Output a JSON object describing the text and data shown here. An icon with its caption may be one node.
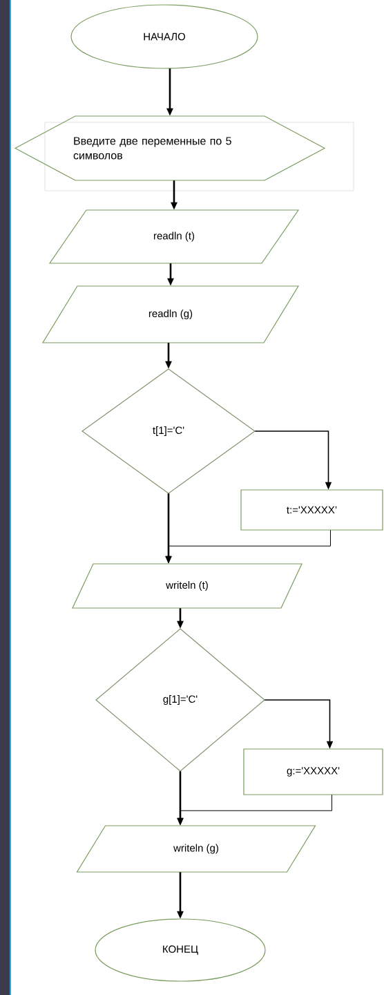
{
  "diagram": {
    "nodes": [
      {
        "text": [
          "НАЧАЛО"
        ]
      },
      {
        "text": [
          "Введите две переменные по 5 символов"
        ]
      },
      {
        "text": [
          "readln (t)"
        ]
      },
      {
        "text": [
          "readln (g)"
        ]
      },
      {
        "text": [
          "t[1]='C'"
        ]
      },
      {
        "text": [
          "t:='XXXXX’"
        ]
      },
      {
        "text": [
          "writeln (t)"
        ]
      },
      {
        "text": [
          "g[1]='C'"
        ]
      },
      {
        "text": [
          "g:='XXXXX'"
        ]
      },
      {
        "text": [
          "writeln (g)"
        ]
      },
      {
        "text": [
          "КОНЕЦ"
        ]
      }
    ],
    "edges": [
      {
        "from": 0,
        "to": 1,
        "arrow": "to"
      },
      {
        "from": 1,
        "to": 2,
        "arrow": "to"
      },
      {
        "from": 2,
        "to": 3,
        "arrow": "to"
      },
      {
        "from": 3,
        "to": 4,
        "arrow": "to"
      },
      {
        "from": 4,
        "to": 6,
        "arrow": "to"
      },
      {
        "from": 4,
        "to": 5,
        "arrow": "to"
      },
      {
        "from": 5,
        "to": 6,
        "arrow": "to"
      },
      {
        "from": 6,
        "to": 7,
        "arrow": "to"
      },
      {
        "from": 7,
        "to": 9,
        "arrow": "to"
      },
      {
        "from": 7,
        "to": 8,
        "arrow": "to"
      },
      {
        "from": 8,
        "to": 9,
        "arrow": "to"
      },
      {
        "from": 9,
        "to": 10,
        "arrow": "to"
      }
    ]
  }
}
